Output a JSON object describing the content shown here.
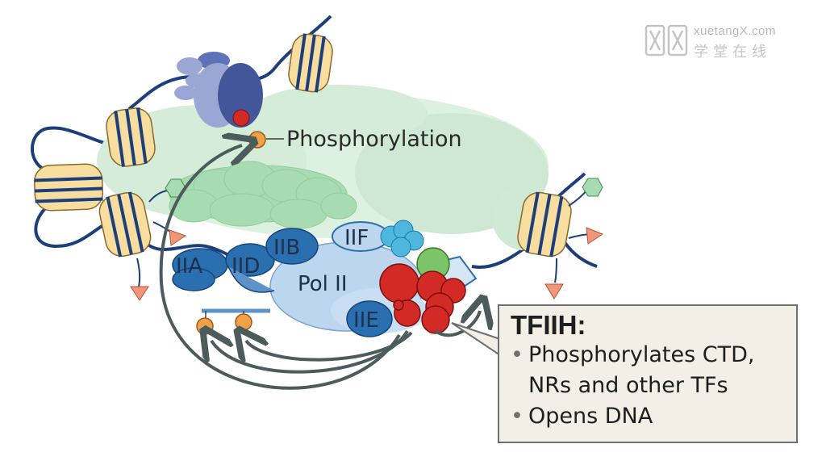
{
  "watermark": {
    "brand_en": "xuetangX.com",
    "brand_cn": "学堂在线"
  },
  "labels": {
    "phosphorylation": "Phosphorylation",
    "iia": "IIA",
    "iid": "IID",
    "iib": "IIB",
    "iif": "IIF",
    "pol2": "Pol II",
    "iie": "IIE"
  },
  "callout": {
    "title": "TFIIH:",
    "item1": "Phosphorylates CTD,",
    "item1_cont": "NRs and other TFs",
    "item2": "Opens DNA"
  },
  "colors": {
    "dna": "#1c3f7a",
    "nucleosome_fill": "#f7dea0",
    "nucleosome_stripe": "#1c3f7a",
    "mediator_green": "#cfe8d4",
    "mediator_dark_green": "#9fd6a8",
    "factor_blue": "#2a6fb0",
    "pol2_fill": "#bcd6ef",
    "tfiih_red": "#d42a26",
    "tfiif_cyan": "#4fb7de",
    "phospho_orange": "#f1a14a",
    "arrow_gray": "#4c5b5c",
    "callout_bg": "#f3eee6"
  }
}
